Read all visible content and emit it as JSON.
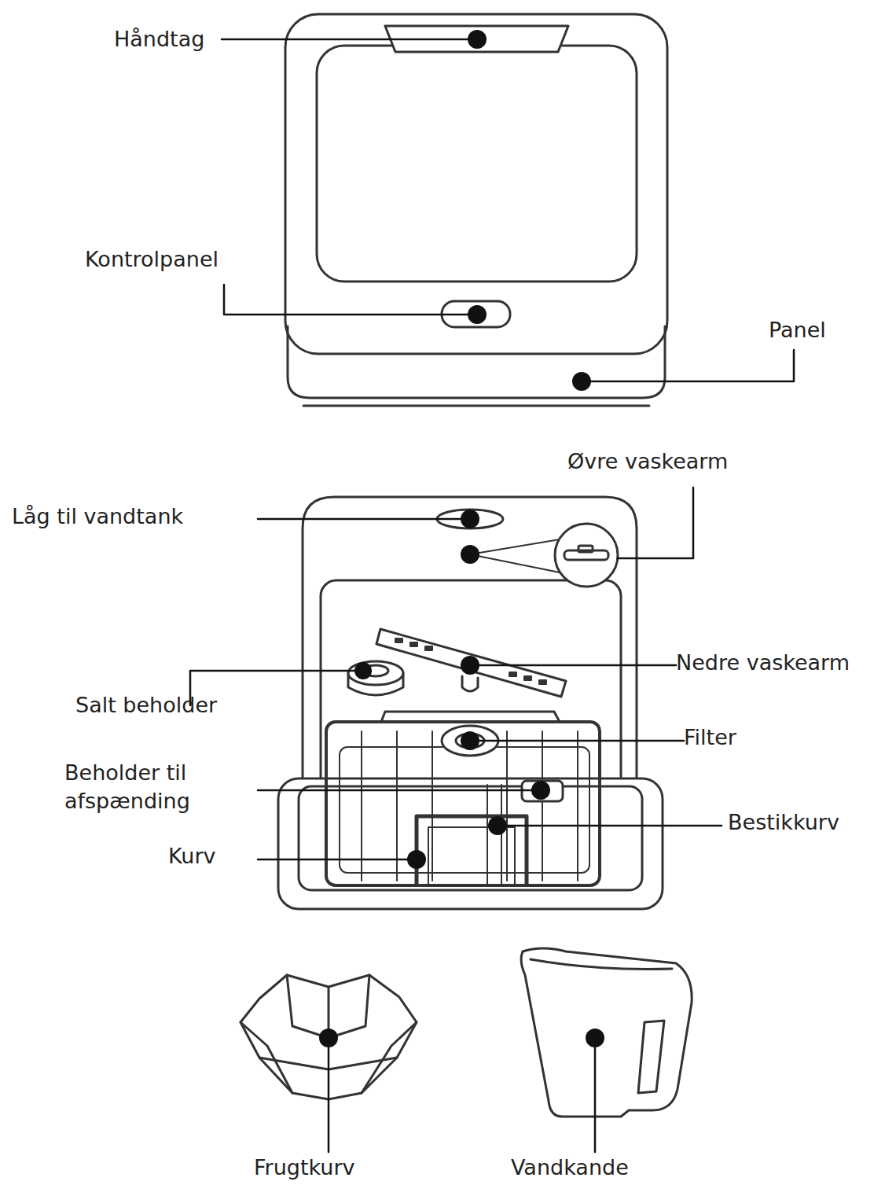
{
  "diagram": {
    "labels": [
      "Håndtag",
      "Kontrolpanel",
      "Panel",
      "Øvre vaskearm",
      "Låg til vandtank",
      "Nedre vaskearm",
      "Salt beholder",
      "Filter",
      "Beholder til afspænding",
      "Bestikkurv",
      "Kurv",
      "Frugtkurv",
      "Vandkande"
    ]
  }
}
